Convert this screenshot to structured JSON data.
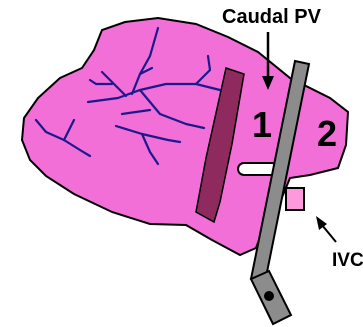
{
  "labels": {
    "caudal_pv": "Caudal PV",
    "ivc": "IVC",
    "region_1": "1",
    "region_2": "2"
  },
  "colors": {
    "liver_fill": "#f16fd6",
    "outline": "#000000",
    "vessel": "#1a1a8c",
    "pv_stripe": "#8e2a5e",
    "clamp_fill": "#8c8c8c",
    "cut_fill": "#ffffff",
    "ivc_fill": "#ff99dd"
  }
}
